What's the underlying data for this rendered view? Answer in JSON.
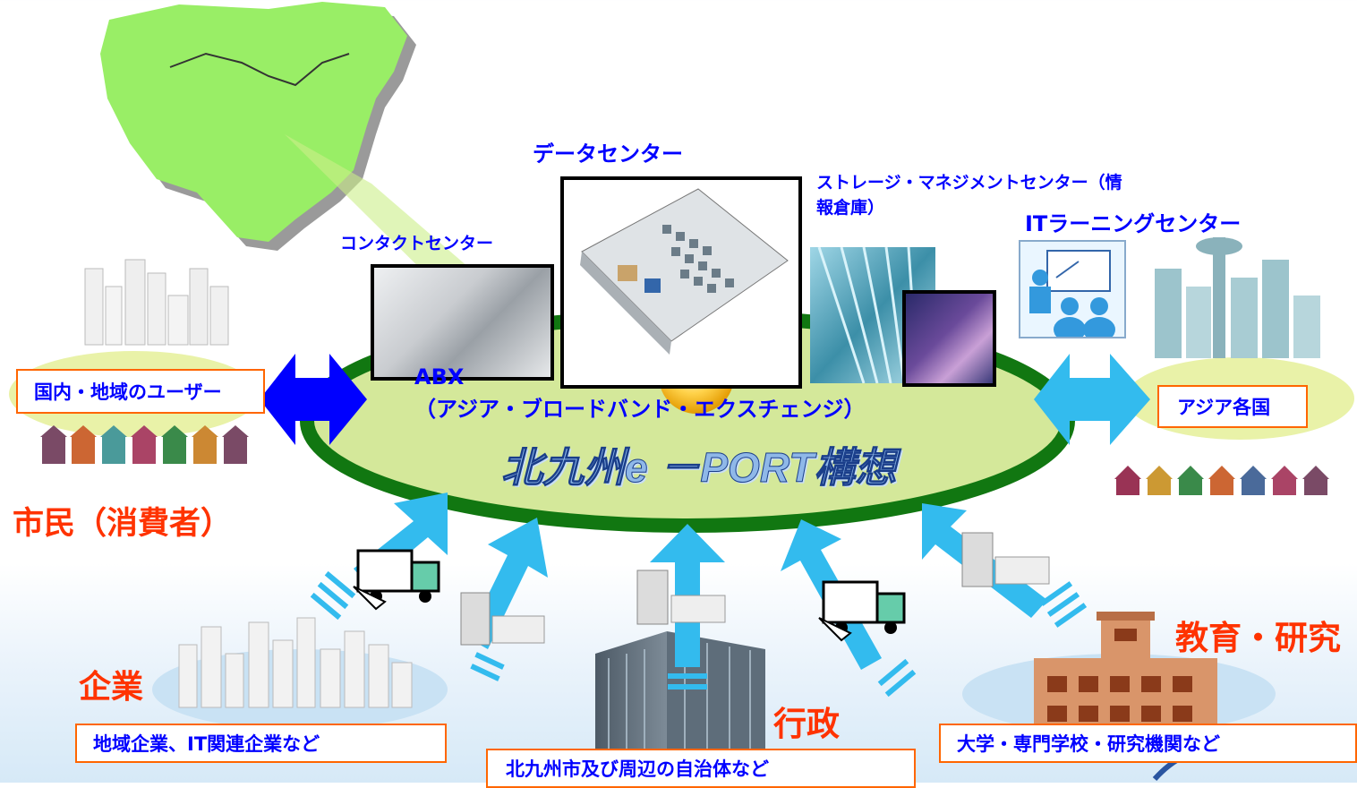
{
  "labels": {
    "data_center": "データセンター",
    "storage_center": "ストレージ・マネジメントセンター（情報倉庫）",
    "it_learning": "ITラーニングセンター",
    "contact_center": "コンタクトセンター",
    "abx_title": "ABX",
    "abx_sub": "（アジア・ブロードバンド・エクスチェンジ）",
    "concept": "北九州e －PORT構想",
    "citizens": "市民（消費者）",
    "domestic_users": "国内・地域のユーザー",
    "asia": "アジア各国",
    "enterprise": "企業",
    "enterprise_detail": "地域企業、IT関連企業など",
    "government": "行政",
    "government_detail": "北九州市及び周辺の自治体など",
    "education": "教育・研究",
    "education_detail": "大学・専門学校・研究機関など"
  },
  "colors": {
    "label_blue": "#0000ff",
    "label_red": "#ff3300",
    "ellipse_fill": "#d4e89a",
    "ellipse_border": "#117711",
    "arrow_blue": "#0000ff",
    "arrow_cyan": "#33bbee",
    "map_green": "#99ee66",
    "box_border": "#ff6600"
  }
}
